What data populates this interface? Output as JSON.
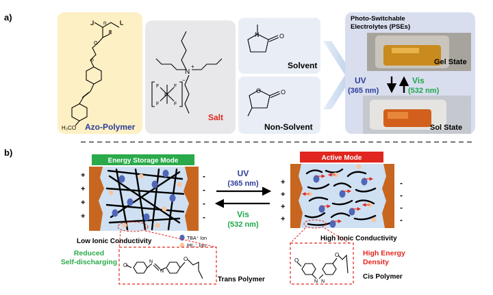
{
  "panel_a": {
    "label": "a)",
    "polymer_name": "Azo-Polymer",
    "polymer_sub_n": "n",
    "polymer_sub_6": "6",
    "polymer_methoxy": "H₃CO",
    "salt_name": "Salt",
    "salt_anion_f": "F",
    "salt_anion_p": "P",
    "salt_cation_n": "N",
    "salt_plus": "+",
    "salt_minus": "−",
    "solvent_name": "Solvent",
    "nonsolvent_name": "Non-Solvent",
    "atom_n": "N",
    "atom_o": "O",
    "pse_title_1": "Photo-Switchable",
    "pse_title_2": "Electrolytes (PSEs)",
    "gel_state": "Gel State",
    "sol_state": "Sol State",
    "uv_label": "UV",
    "uv_wavelength": "(365 nm)",
    "vis_label": "Vis",
    "vis_wavelength": "(532 nm)"
  },
  "panel_b": {
    "label": "b)",
    "energy_mode": "Energy Storage Mode",
    "active_mode": "Active Mode",
    "uv_label": "UV",
    "uv_wavelength": "(365 nm)",
    "vis_label": "Vis",
    "vis_wavelength": "(532 nm)",
    "low_conductivity": "Low Ionic Conductivity",
    "high_conductivity": "High Ionic Conductivity",
    "tba_ion": "TBA⁺ Ion",
    "pf6_ion": "PF₆⁻ Ion",
    "reduced_1": "Reduced",
    "reduced_2": "Self-discharging",
    "high_energy_1": "High Energy",
    "high_energy_2": "Density",
    "trans_polymer": "Trans Polymer",
    "cis_polymer": "Cis Polymer",
    "plus_sign": "+",
    "minus_sign": "-",
    "atom_o": "O",
    "atom_n": "N"
  },
  "colors": {
    "uv_blue": "#2b3d9a",
    "vis_green": "#1fa64a",
    "salt_red": "#e0261e",
    "mode_green": "#2aaa4a",
    "mode_red": "#e0261e",
    "electrode": "#c8661f",
    "electrolyte": "#cfe0f2",
    "azo_bg": "#fdf0c4",
    "grey_box": "#e8e8ea",
    "pse_box": "#d9deef",
    "tba": "#4f67b8",
    "pf6": "#f5c6a4"
  }
}
